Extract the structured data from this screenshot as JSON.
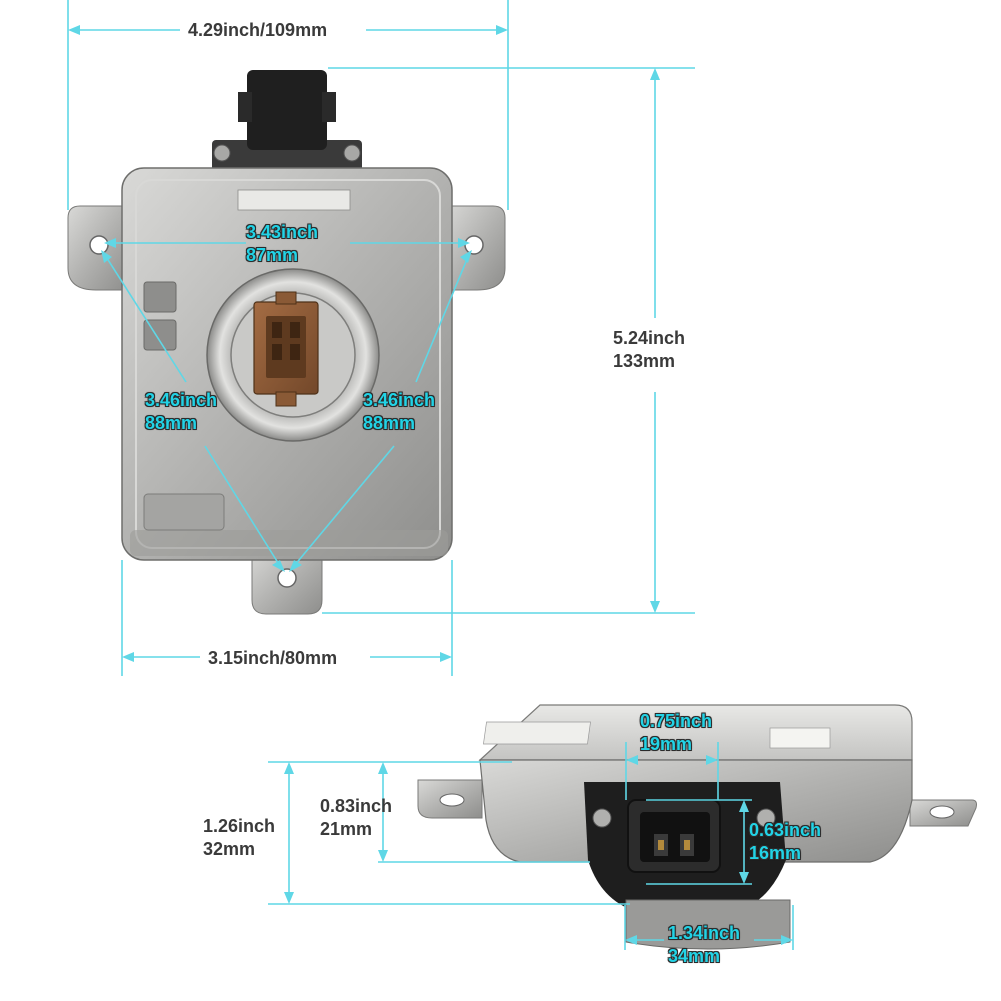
{
  "colors": {
    "guide": "#5fd7e6",
    "label_cyan": "#22d3e6",
    "label_dark": "#3a3a3a",
    "metal": "#b5b5b3",
    "connector_black": "#222222",
    "connector_brown": "#8a5a36"
  },
  "dimensions": {
    "overall_width": "4.29inch/109mm",
    "overall_height": {
      "inch": "5.24inch",
      "mm": "133mm"
    },
    "hole_spacing": {
      "inch": "3.43inch",
      "mm": "87mm"
    },
    "diag_left": {
      "inch": "3.46inch",
      "mm": "88mm"
    },
    "diag_right": {
      "inch": "3.46inch",
      "mm": "88mm"
    },
    "body_width": "3.15inch/80mm",
    "total_thickness": {
      "inch": "1.26inch",
      "mm": "32mm"
    },
    "body_thickness": {
      "inch": "0.83inch",
      "mm": "21mm"
    },
    "connector_width": {
      "inch": "0.75inch",
      "mm": "19mm"
    },
    "connector_height": {
      "inch": "0.63inch",
      "mm": "16mm"
    },
    "base_width": {
      "inch": "1.34inch",
      "mm": "34mm"
    }
  }
}
